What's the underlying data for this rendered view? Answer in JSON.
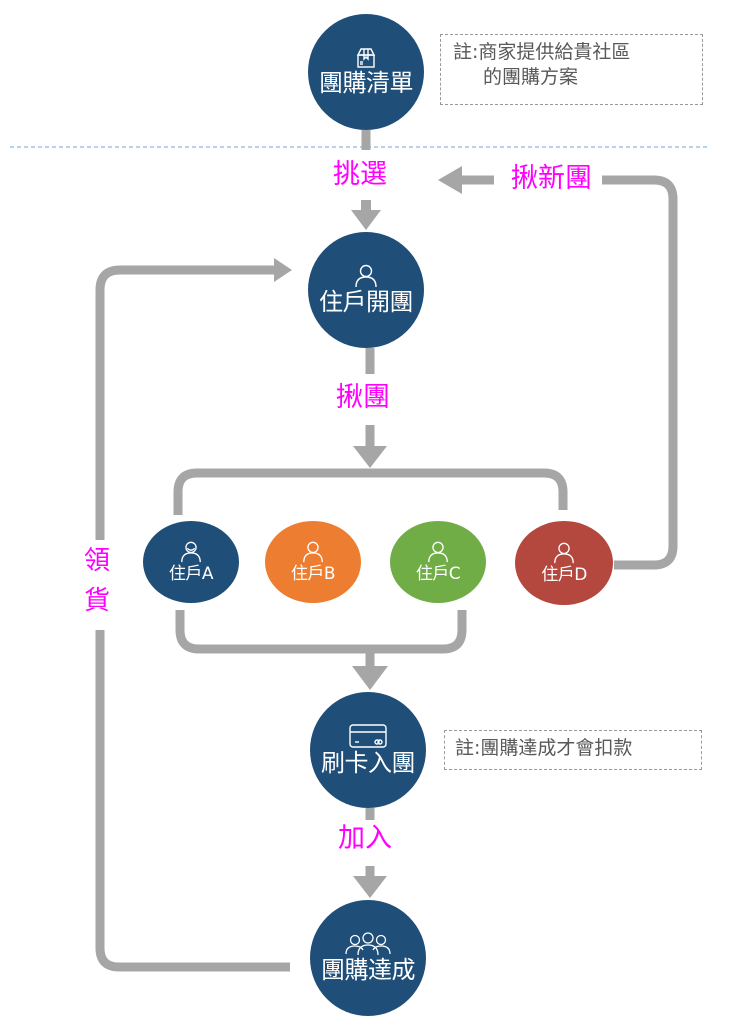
{
  "colors": {
    "primary": "#1f4e79",
    "resident_b": "#ed7d31",
    "resident_c": "#70ad47",
    "resident_d": "#b4473e",
    "connector": "#a6a6a6",
    "flow_label": "#ff00ff",
    "separator": "#9dc3e6"
  },
  "nodes": {
    "catalog": {
      "label": "團購清單",
      "icon": "package-icon"
    },
    "open_group": {
      "label": "住戶開團",
      "icon": "user-icon"
    },
    "payment": {
      "label": "刷卡入團",
      "icon": "credit-card-icon"
    },
    "complete": {
      "label": "團購達成",
      "icon": "group-users-icon"
    }
  },
  "residents": [
    {
      "label": "住戶A",
      "icon": "user-icon",
      "color": "#1f4e79"
    },
    {
      "label": "住戶B",
      "icon": "user-icon",
      "color": "#ed7d31"
    },
    {
      "label": "住戶C",
      "icon": "user-icon",
      "color": "#70ad47"
    },
    {
      "label": "住戶D",
      "icon": "user-icon",
      "color": "#b4473e"
    }
  ],
  "notes": {
    "catalog_note_line1": "註:商家提供給貴社區",
    "catalog_note_line2": "的團購方案",
    "payment_note": "註:團購達成才會扣款"
  },
  "flow_labels": {
    "select": "挑選",
    "invite_new": "揪新團",
    "invite": "揪團",
    "join": "加入",
    "pickup_1": "領",
    "pickup_2": "貨"
  }
}
